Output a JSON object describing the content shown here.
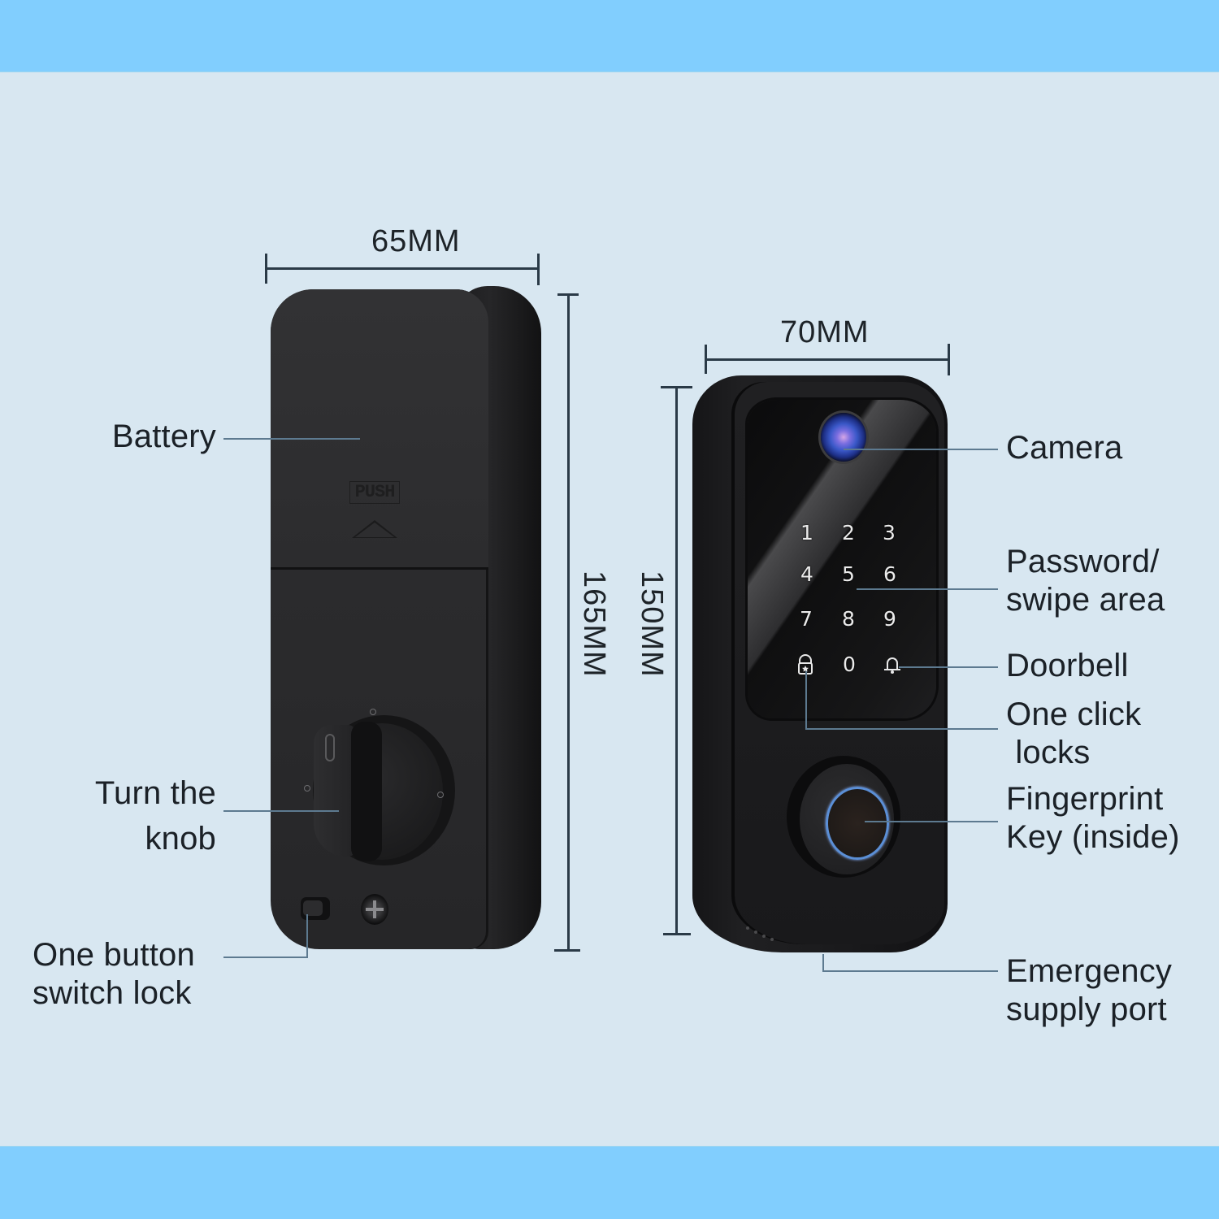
{
  "colors": {
    "band": "#81cefe",
    "background": "#d8e7f1",
    "text": "#1b2127",
    "dimension_line": "#2a3a47",
    "leader_line": "#5d7a90",
    "lock_body": "#2b2b2d",
    "fingerprint_ring": "#5b8fd6"
  },
  "dimensions": {
    "left_width": "65MM",
    "left_height": "165MM",
    "right_width": "70MM",
    "right_height": "150MM"
  },
  "left_lock": {
    "push_text": "PUSH",
    "labels": {
      "battery": "Battery",
      "knob": "Turn the\nknob",
      "switch": "One button\nswitch lock"
    }
  },
  "right_lock": {
    "keypad": {
      "keys": [
        "1",
        "2",
        "3",
        "4",
        "5",
        "6",
        "7",
        "8",
        "9",
        "lock-icon",
        "0",
        "bell-icon"
      ]
    },
    "labels": {
      "camera": "Camera",
      "password": "Password/\nswipe area",
      "doorbell": "Doorbell",
      "one_click": "One click\n locks",
      "fingerprint": "Fingerprint\nKey (inside)",
      "emergency": "Emergency\nsupply port"
    }
  }
}
